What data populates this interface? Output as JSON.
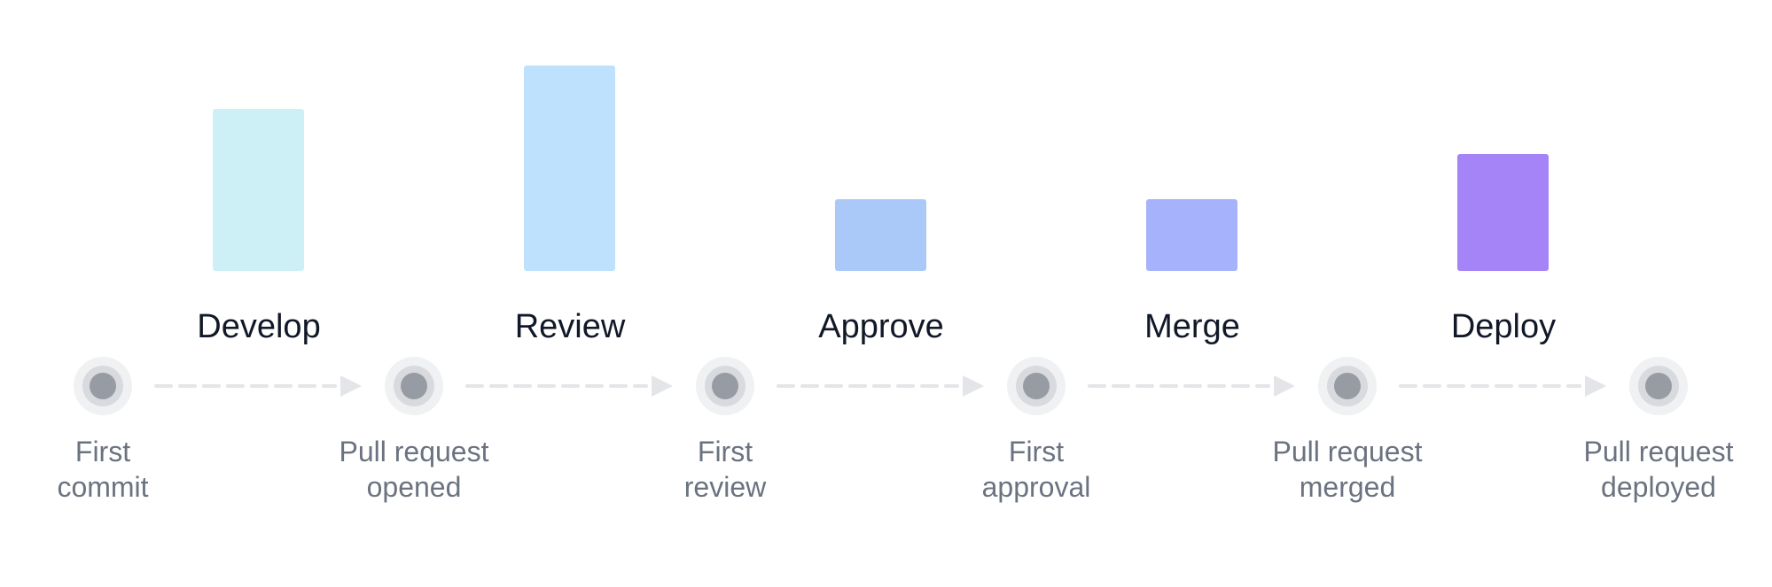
{
  "stages": [
    {
      "label": "Develop",
      "color": "#ccf0f5",
      "relative_duration": 0.79
    },
    {
      "label": "Review",
      "color": "#bee2fd",
      "relative_duration": 1.0
    },
    {
      "label": "Approve",
      "color": "#aac9f8",
      "relative_duration": 0.35
    },
    {
      "label": "Merge",
      "color": "#a7b2fc",
      "relative_duration": 0.35
    },
    {
      "label": "Deploy",
      "color": "#a484f6",
      "relative_duration": 0.57
    }
  ],
  "milestones": [
    {
      "line1": "First",
      "line2": "commit"
    },
    {
      "line1": "Pull request",
      "line2": "opened"
    },
    {
      "line1": "First",
      "line2": "review"
    },
    {
      "line1": "First",
      "line2": "approval"
    },
    {
      "line1": "Pull request",
      "line2": "merged"
    },
    {
      "line1": "Pull request",
      "line2": "deployed"
    }
  ],
  "colors": {
    "connector": "#e3e5e8",
    "node_outer": "#f0f1f3",
    "node_ring": "#d8dade",
    "node_core": "#969ba4"
  },
  "icons": {
    "connector_arrow": "dashed-arrow-right-icon",
    "milestone": "milestone-dot-icon"
  }
}
